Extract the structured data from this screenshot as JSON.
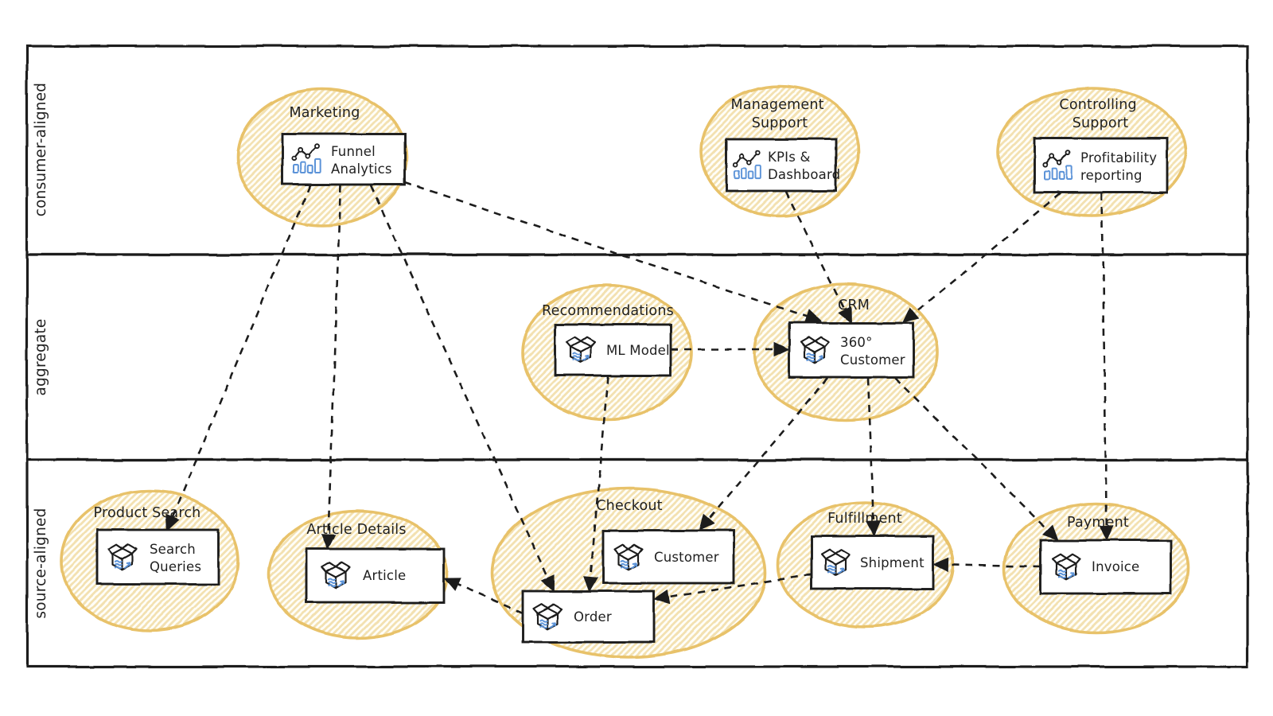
{
  "lanes": [
    {
      "id": "consumer-aligned",
      "label": "consumer-aligned"
    },
    {
      "id": "aggregate",
      "label": "aggregate"
    },
    {
      "id": "source-aligned",
      "label": "source-aligned"
    }
  ],
  "domains": [
    {
      "id": "marketing",
      "lane": "consumer-aligned",
      "label": [
        "Marketing"
      ]
    },
    {
      "id": "management-support",
      "lane": "consumer-aligned",
      "label": [
        "Management",
        "Support"
      ]
    },
    {
      "id": "controlling-support",
      "lane": "consumer-aligned",
      "label": [
        "Controlling",
        "Support"
      ]
    },
    {
      "id": "recommendations",
      "lane": "aggregate",
      "label": [
        "Recommendations"
      ]
    },
    {
      "id": "crm",
      "lane": "aggregate",
      "label": [
        "CRM"
      ]
    },
    {
      "id": "product-search",
      "lane": "source-aligned",
      "label": [
        "Product Search"
      ]
    },
    {
      "id": "article-details",
      "lane": "source-aligned",
      "label": [
        "Article Details"
      ]
    },
    {
      "id": "checkout",
      "lane": "source-aligned",
      "label": [
        "Checkout"
      ]
    },
    {
      "id": "fulfillment",
      "lane": "source-aligned",
      "label": [
        "Fulfillment"
      ]
    },
    {
      "id": "payment",
      "lane": "source-aligned",
      "label": [
        "Payment"
      ]
    }
  ],
  "products": [
    {
      "id": "funnel-analytics",
      "domain": "marketing",
      "icon": "analytics-chart-icon",
      "label": [
        "Funnel",
        "Analytics"
      ]
    },
    {
      "id": "kpis-dashboard",
      "domain": "management-support",
      "icon": "analytics-chart-icon",
      "label": [
        "KPIs &",
        "Dashboard"
      ]
    },
    {
      "id": "profitability-reporting",
      "domain": "controlling-support",
      "icon": "analytics-chart-icon",
      "label": [
        "Profitability",
        "reporting"
      ]
    },
    {
      "id": "ml-model",
      "domain": "recommendations",
      "icon": "data-package-icon",
      "label": [
        "ML Model"
      ]
    },
    {
      "id": "customer-360",
      "domain": "crm",
      "icon": "data-package-icon",
      "label": [
        "360°",
        "Customer"
      ]
    },
    {
      "id": "search-queries",
      "domain": "product-search",
      "icon": "data-package-icon",
      "label": [
        "Search",
        "Queries"
      ]
    },
    {
      "id": "article",
      "domain": "article-details",
      "icon": "data-package-icon",
      "label": [
        "Article"
      ]
    },
    {
      "id": "customer",
      "domain": "checkout",
      "icon": "data-package-icon",
      "label": [
        "Customer"
      ]
    },
    {
      "id": "order",
      "domain": "checkout",
      "icon": "data-package-icon",
      "label": [
        "Order"
      ]
    },
    {
      "id": "shipment",
      "domain": "fulfillment",
      "icon": "data-package-icon",
      "label": [
        "Shipment"
      ]
    },
    {
      "id": "invoice",
      "domain": "payment",
      "icon": "data-package-icon",
      "label": [
        "Invoice"
      ]
    }
  ],
  "edges": [
    {
      "from": "funnel-analytics",
      "to": "search-queries"
    },
    {
      "from": "funnel-analytics",
      "to": "article"
    },
    {
      "from": "funnel-analytics",
      "to": "order"
    },
    {
      "from": "funnel-analytics",
      "to": "customer-360"
    },
    {
      "from": "kpis-dashboard",
      "to": "customer-360"
    },
    {
      "from": "profitability-reporting",
      "to": "customer-360"
    },
    {
      "from": "profitability-reporting",
      "to": "invoice"
    },
    {
      "from": "ml-model",
      "to": "customer-360"
    },
    {
      "from": "ml-model",
      "to": "order"
    },
    {
      "from": "customer-360",
      "to": "customer"
    },
    {
      "from": "customer-360",
      "to": "shipment"
    },
    {
      "from": "customer-360",
      "to": "invoice"
    },
    {
      "from": "invoice",
      "to": "shipment"
    },
    {
      "from": "shipment",
      "to": "order"
    },
    {
      "from": "order",
      "to": "article"
    }
  ],
  "colors": {
    "ink": "#1f1f1f",
    "domain_ellipse_stroke": "#e8c26b",
    "domain_ellipse_hatch": "#f3e1b1",
    "product_box_fill": "#ffffff",
    "icon_accent_blue": "#5b93d8",
    "background": "#ffffff"
  }
}
